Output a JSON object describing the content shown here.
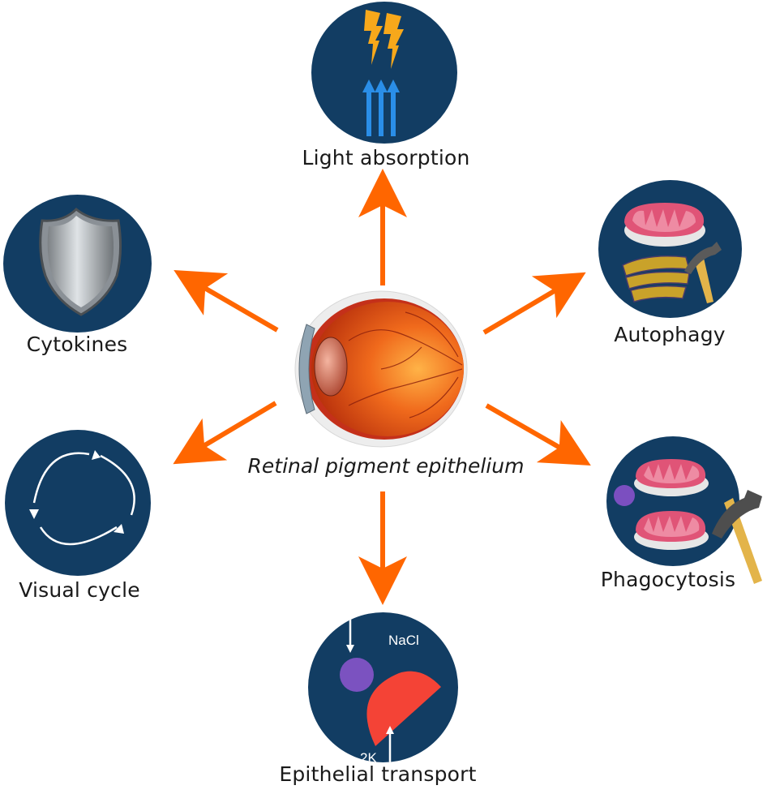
{
  "diagram": {
    "center": {
      "caption": "Retinal pigment epithelium",
      "image": "eye-cross-section-icon"
    },
    "accent_color": "#ff6600",
    "circle_color": "#123d63",
    "nodes": [
      {
        "id": "light-absorption",
        "label": "Light absorption",
        "icon": "lightning-arrows-icon"
      },
      {
        "id": "cytokines",
        "label": "Cytokines",
        "icon": "shield-icon"
      },
      {
        "id": "autophagy",
        "label": "Autophagy",
        "icon": "mitochondria-golgi-hammer-icon"
      },
      {
        "id": "visual-cycle",
        "label": "Visual cycle",
        "icon": "cycle-arrows-icon"
      },
      {
        "id": "phagocytosis",
        "label": "Phagocytosis",
        "icon": "mitochondria-hammer-icon"
      },
      {
        "id": "epithelial-transport",
        "label": "Epithelial transport",
        "icon": "ion-pump-icon",
        "inner_labels": {
          "top": "NaCl",
          "bottom": "2K"
        }
      }
    ]
  }
}
